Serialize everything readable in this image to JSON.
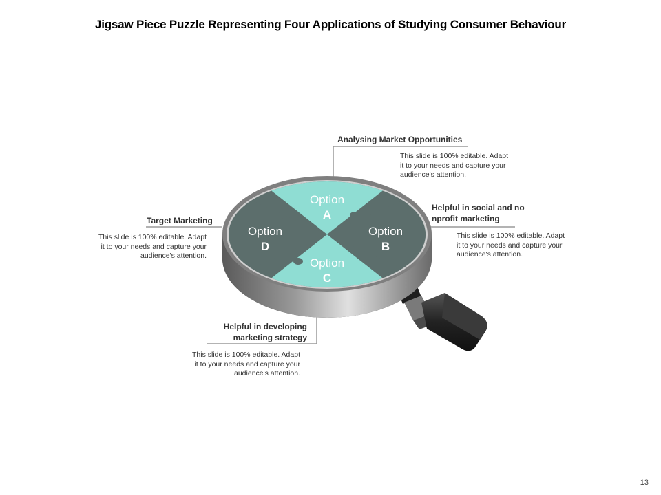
{
  "slide": {
    "title": "Jigsaw Piece Puzzle Representing Four Applications of Studying Consumer Behaviour",
    "page_number": "13"
  },
  "options": {
    "a": {
      "word": "Option",
      "letter": "A"
    },
    "b": {
      "word": "Option",
      "letter": "B"
    },
    "c": {
      "word": "Option",
      "letter": "C"
    },
    "d": {
      "word": "Option",
      "letter": "D"
    }
  },
  "callouts": {
    "top": {
      "heading": "Analysing Market Opportunities",
      "body": [
        "This slide is 100% editable. Adapt",
        "it to your needs and capture your",
        "audience's attention."
      ]
    },
    "right": {
      "heading": [
        "Helpful in social and no",
        "nprofit marketing"
      ],
      "body": [
        "This slide is 100% editable. Adapt",
        "it to your needs and capture your",
        "audience's attention."
      ]
    },
    "left": {
      "heading": "Target Marketing",
      "body": [
        "This slide is 100% editable. Adapt",
        "it to your needs and capture your",
        "audience's attention."
      ]
    },
    "bottom": {
      "heading": [
        "Helpful in developing",
        "marketing strategy"
      ],
      "body": [
        "This slide is 100% editable. Adapt",
        "it to your needs and capture your",
        "audience's attention."
      ]
    }
  },
  "colors": {
    "teal_light": "#8FDDD3",
    "teal_dark": "#5C6E6C",
    "rim_gray": "#8A8A8A",
    "handle_black": "#2A2A2A"
  }
}
